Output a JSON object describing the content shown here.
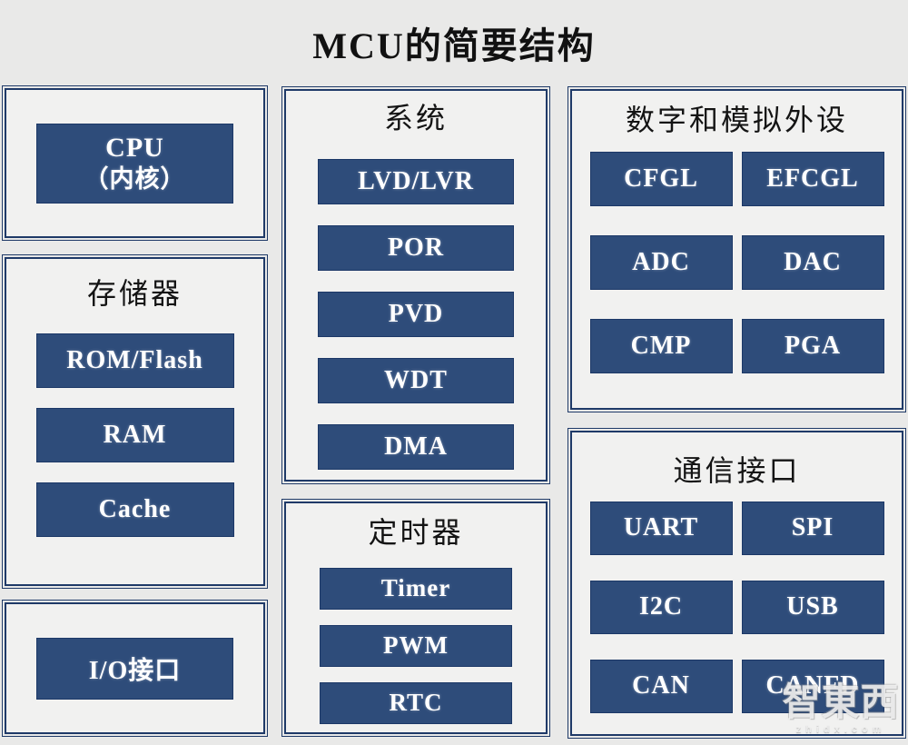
{
  "title": "MCU的简要结构",
  "colors": {
    "page_bg": "#e9e9e8",
    "panel_bg": "#f1f1f0",
    "block_fill": "#2e4c7a",
    "frame_border": "#1f3a68",
    "block_text": "#ffffff",
    "title_text": "#111111"
  },
  "panels": {
    "cpu": {
      "line1": "CPU",
      "line2": "（内核）"
    },
    "memory": {
      "title": "存储器",
      "items": [
        "ROM/Flash",
        "RAM",
        "Cache"
      ]
    },
    "io": {
      "label": "I/O接口"
    },
    "system": {
      "title": "系统",
      "items": [
        "LVD/LVR",
        "POR",
        "PVD",
        "WDT",
        "DMA"
      ]
    },
    "timer": {
      "title": "定时器",
      "items": [
        "Timer",
        "PWM",
        "RTC"
      ]
    },
    "peripherals": {
      "title": "数字和模拟外设",
      "items": [
        "CFGL",
        "EFCGL",
        "ADC",
        "DAC",
        "CMP",
        "PGA"
      ]
    },
    "comm": {
      "title": "通信接口",
      "items": [
        "UART",
        "SPI",
        "I2C",
        "USB",
        "CAN",
        "CANFD"
      ]
    }
  },
  "watermark": {
    "text": "智東西",
    "subtext": "zhidx.com"
  }
}
